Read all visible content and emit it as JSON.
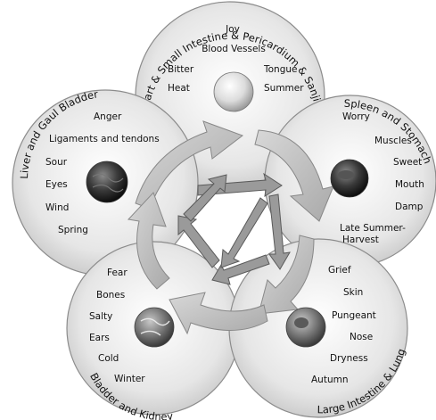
{
  "diagram": {
    "circles": [
      {
        "key": "heart",
        "title": "Heart & Small Intestine & Pericardium & Sanjiou",
        "items": [
          "Joy",
          "Blood Vessels",
          "Bitter",
          "Tongue",
          "Heat",
          "Summer"
        ]
      },
      {
        "key": "spleen",
        "title": "Spleen and Stomach",
        "items": [
          "Worry",
          "Muscles",
          "Sweet",
          "Mouth",
          "Damp",
          "Late Summer-",
          "Harvest"
        ]
      },
      {
        "key": "lung",
        "title": "Large Intestine & Lung",
        "items": [
          "Grief",
          "Skin",
          "Pungeant",
          "Nose",
          "Dryness",
          "Autumn"
        ]
      },
      {
        "key": "kidney",
        "title": "Bladder and Kidney",
        "items": [
          "Fear",
          "Bones",
          "Salty",
          "Ears",
          "Cold",
          "Winter"
        ]
      },
      {
        "key": "liver",
        "title": "Liver and Gaul Bladder",
        "items": [
          "Anger",
          "Ligaments and tendons",
          "Sour",
          "Eyes",
          "Wind",
          "Spring"
        ]
      }
    ]
  }
}
